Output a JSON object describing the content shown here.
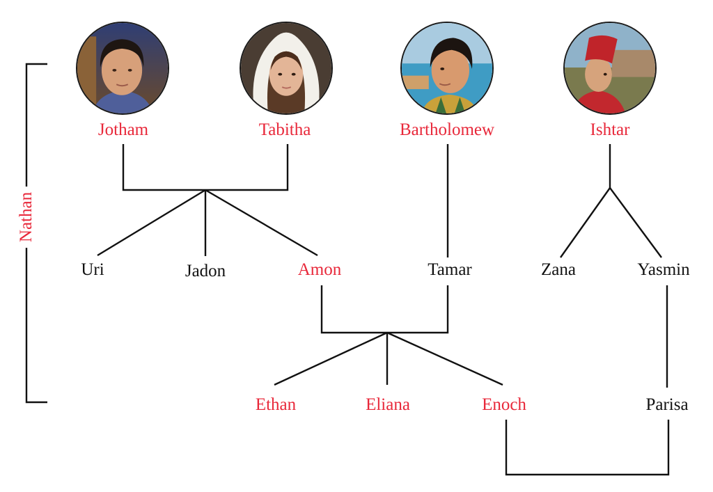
{
  "side_label": "Nathan",
  "colors": {
    "highlight": "#e8283a",
    "normal": "#111111"
  },
  "people": {
    "jotham": "Jotham",
    "tabitha": "Tabitha",
    "bartholomew": "Bartholomew",
    "ishtar": "Ishtar",
    "uri": "Uri",
    "jadon": "Jadon",
    "amon": "Amon",
    "tamar": "Tamar",
    "zana": "Zana",
    "yasmin": "Yasmin",
    "ethan": "Ethan",
    "eliana": "Eliana",
    "enoch": "Enoch",
    "parisa": "Parisa"
  }
}
